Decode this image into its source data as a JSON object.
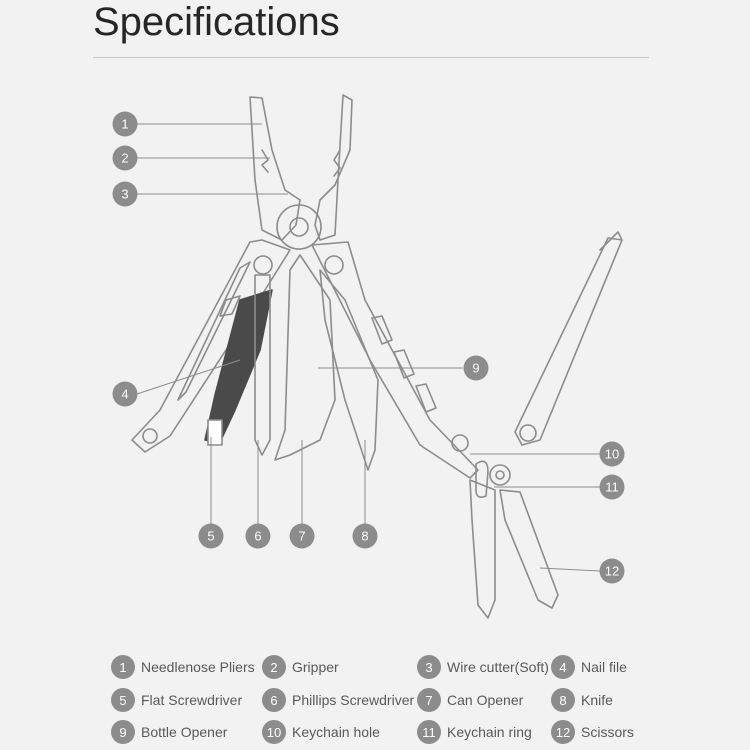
{
  "title": "Specifications",
  "colors": {
    "background": "#f2f2f2",
    "badge": "#8c8c8c",
    "outline": "#8c8c8c",
    "text": "#595959"
  },
  "callouts": [
    "1",
    "2",
    "3",
    "4",
    "5",
    "6",
    "7",
    "8",
    "9",
    "10",
    "11",
    "12"
  ],
  "legend": [
    {
      "num": "1",
      "label": "Needlenose Pliers"
    },
    {
      "num": "2",
      "label": "Gripper"
    },
    {
      "num": "3",
      "label": "Wire cutter(Soft)"
    },
    {
      "num": "4",
      "label": "Nail file"
    },
    {
      "num": "5",
      "label": "Flat Screwdriver"
    },
    {
      "num": "6",
      "label": "Phillips Screwdriver"
    },
    {
      "num": "7",
      "label": "Can Opener"
    },
    {
      "num": "8",
      "label": "Knife"
    },
    {
      "num": "9",
      "label": "Bottle Opener"
    },
    {
      "num": "10",
      "label": "Keychain hole"
    },
    {
      "num": "11",
      "label": "Keychain ring"
    },
    {
      "num": "12",
      "label": "Scissors"
    }
  ]
}
